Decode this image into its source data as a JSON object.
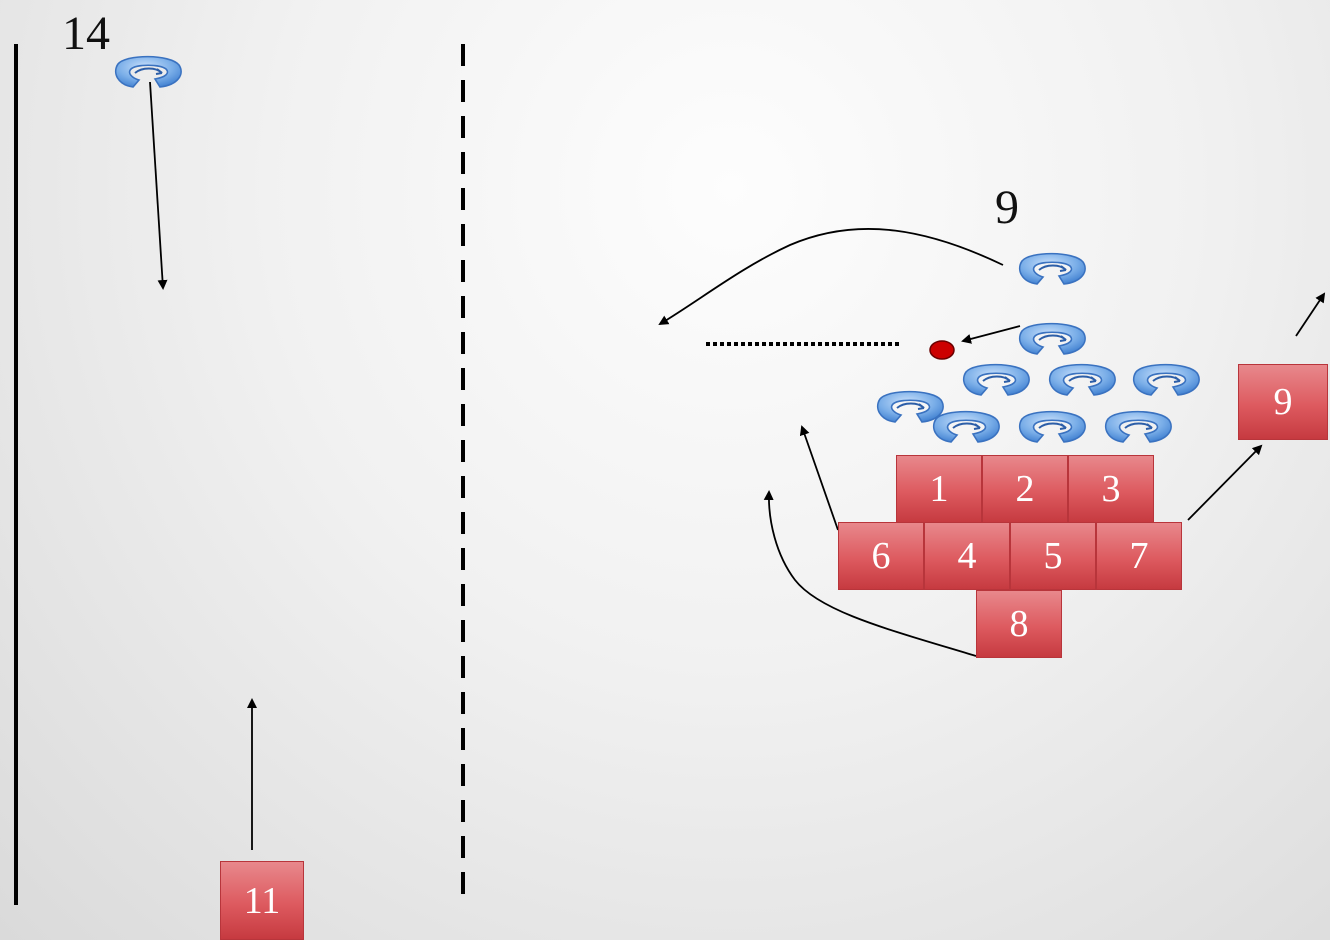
{
  "labels": {
    "top_left": "14",
    "top_right": "9"
  },
  "players": {
    "p1": "1",
    "p2": "2",
    "p3": "3",
    "p6": "6",
    "p4": "4",
    "p5": "5",
    "p7": "7",
    "p8": "8",
    "p9": "9",
    "p11": "11"
  },
  "icon": "curl-ring-icon",
  "colors": {
    "player_box": "#dd5a5f",
    "ring_fill": "#7aaee8",
    "ring_stroke": "#3a72c0",
    "ball": "#cc0000"
  }
}
